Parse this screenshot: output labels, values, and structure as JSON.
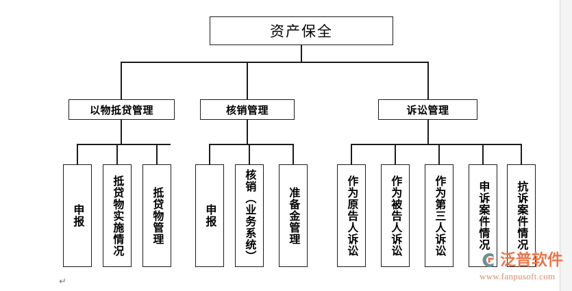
{
  "diagram": {
    "type": "organization-tree",
    "root": {
      "label": "资产保全"
    },
    "level2": [
      {
        "label": "以物抵贷管理"
      },
      {
        "label": "核销管理"
      },
      {
        "label": "诉讼管理"
      }
    ],
    "groups": [
      {
        "parent": "以物抵贷管理",
        "leaves": [
          {
            "label": "申报"
          },
          {
            "label": "抵贷物实施情况"
          },
          {
            "label": "抵贷物管理"
          }
        ]
      },
      {
        "parent": "核销管理",
        "leaves": [
          {
            "label": "申报"
          },
          {
            "label": "核销（业务系统）"
          },
          {
            "label": "准备金管理"
          }
        ]
      },
      {
        "parent": "诉讼管理",
        "leaves": [
          {
            "label": "作为原告人诉讼"
          },
          {
            "label": "作为被告人诉讼"
          },
          {
            "label": "作为第三人诉讼"
          },
          {
            "label": "申诉案件情况"
          },
          {
            "label": "抗诉案件情况"
          }
        ]
      }
    ]
  },
  "watermark": {
    "brand": "泛普软件",
    "url": "www.fanpusoft.com",
    "logo_icon": "fanpu-c-logo-icon",
    "brand_color": "#e8764a",
    "logo_color": "#6f8f96"
  },
  "editor": {
    "paragraph_mark": "↵"
  },
  "colors": {
    "background": "#ffffff",
    "line": "#1a1a1a",
    "box_border": "#1a1a1a",
    "page_margin": "#f4f4f4"
  }
}
